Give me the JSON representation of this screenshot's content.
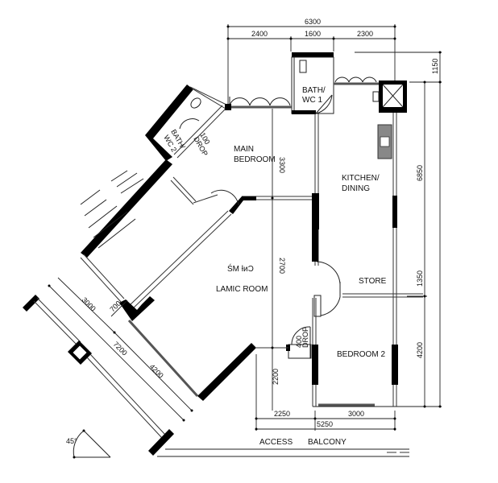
{
  "plan": {
    "rooms": {
      "bath_wc_1": {
        "line1": "BATH/",
        "line2": "WC 1"
      },
      "bath_wc_2": {
        "line1": "BATH/",
        "line2": "WC 2"
      },
      "main_bedroom": {
        "line1": "MAIN",
        "line2": "BEDROOM"
      },
      "kitchen_dining": {
        "line1": "KITCHEN/",
        "line2": "DINING"
      },
      "living_dining": {
        "line1": "ŚM ƚᴎƆ",
        "line2": "LAMIC ROOM"
      },
      "store": {
        "line1": "STORE"
      },
      "bedroom_2": {
        "line1": "BEDROOM 2"
      },
      "drop_100": {
        "line1": "100",
        "line2": "DROP"
      },
      "drop_400": {
        "line1": "400",
        "line2": "DROP"
      }
    },
    "access_balcony": {
      "word1": "ACCESS",
      "word2": "BALCONY"
    },
    "angle_marker": "45°",
    "dimensions": {
      "top_total": "6300",
      "top_segments": [
        "2400",
        "1600",
        "2300"
      ],
      "right_top": "1150",
      "right_main": "6850",
      "right_mid": "1350",
      "right_lower": "4200",
      "inner_vertical_top": "3300",
      "inner_vertical_mid": "2700",
      "inner_vertical_bottom": "2200",
      "bottom_segments": [
        "2250",
        "3000"
      ],
      "bottom_total": "5250",
      "diag_3000": "3000",
      "diag_700": "700",
      "diag_7200": "7200",
      "diag_4200": "4200"
    }
  }
}
